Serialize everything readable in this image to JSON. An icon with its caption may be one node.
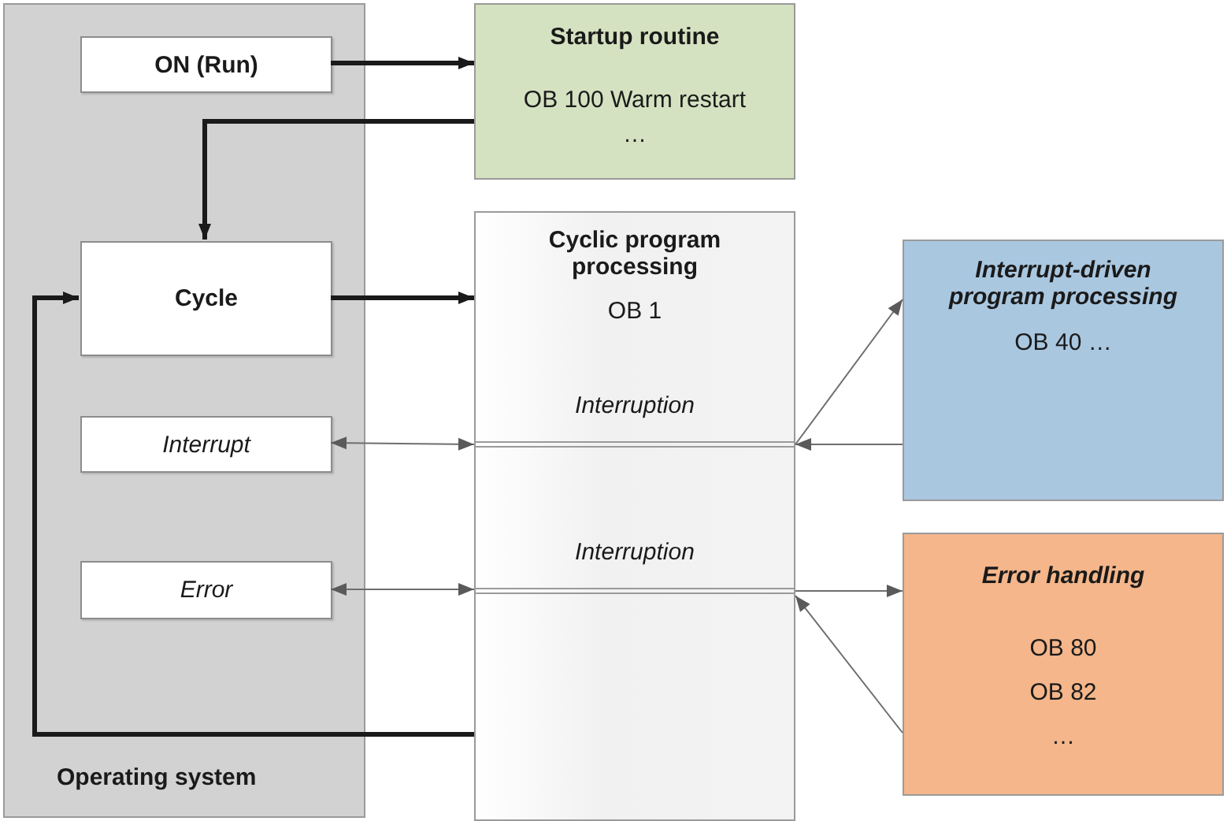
{
  "diagram": {
    "nodes": [
      {
        "text": [
          "Operating system"
        ]
      },
      {
        "text": [
          "ON (Run)"
        ],
        "in": 0
      },
      {
        "text": [
          "Cycle"
        ],
        "in": 0
      },
      {
        "text": [
          "Interrupt"
        ],
        "in": 0
      },
      {
        "text": [
          "Error"
        ],
        "in": 0
      },
      {
        "text": [
          "Startup routine",
          "OB 100 Warm restart",
          "…"
        ]
      },
      {
        "text": [
          "Cyclic program processing",
          "OB 1",
          "Interruption",
          "Interruption"
        ]
      },
      {
        "text": [
          "Interrupt-driven program processing",
          "OB 40 …"
        ]
      },
      {
        "text": [
          "Error handling",
          "OB 80",
          "OB 82",
          "…"
        ]
      }
    ],
    "edges": [
      {
        "from": 1,
        "to": 5,
        "arrow": "to",
        "style": "thick",
        "color": "#1a1a1a"
      },
      {
        "from": 5,
        "to": 2,
        "arrow": "to",
        "style": "thick",
        "color": "#1a1a1a"
      },
      {
        "from": 2,
        "to": 6,
        "arrow": "to",
        "style": "thick",
        "color": "#1a1a1a"
      },
      {
        "from": 3,
        "to": 6,
        "arrow": "both"
      },
      {
        "from": 4,
        "to": 6,
        "arrow": "both"
      },
      {
        "from": 6,
        "to": 2,
        "arrow": "to",
        "style": "thick",
        "color": "#1a1a1a"
      },
      {
        "from": 6,
        "to": 7,
        "arrow": "to"
      },
      {
        "from": 7,
        "to": 6,
        "arrow": "to"
      },
      {
        "from": 6,
        "to": 8,
        "arrow": "to"
      },
      {
        "from": 8,
        "to": 6,
        "arrow": "to"
      }
    ]
  }
}
